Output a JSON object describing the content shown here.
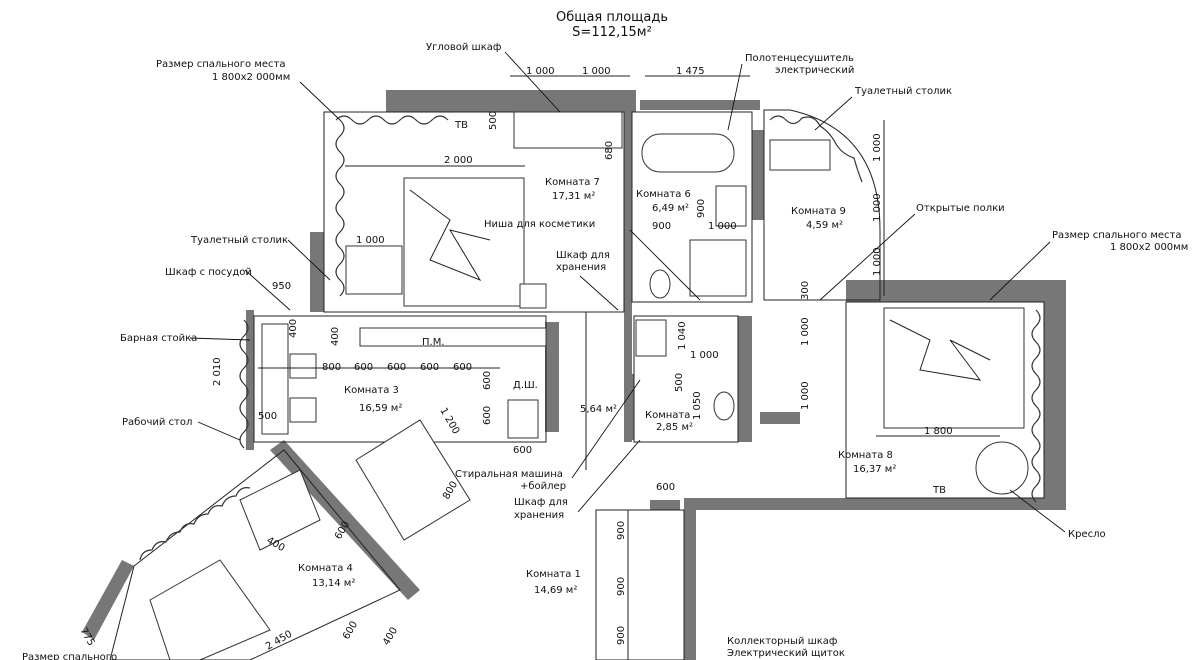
{
  "header": {
    "title": "Общая площадь",
    "area": "S=112,15м²"
  },
  "rooms": [
    {
      "id": "room7",
      "name": "Комната 7",
      "area": "17,31 м²"
    },
    {
      "id": "room6",
      "name": "Комната 6",
      "area": "6,49 м²"
    },
    {
      "id": "room9",
      "name": "Комната 9",
      "area": "4,59 м²"
    },
    {
      "id": "room3",
      "name": "Комната 3",
      "area": "16,59 м²"
    },
    {
      "id": "room8",
      "name": "Комната 8",
      "area": "16,37 м²"
    },
    {
      "id": "room4",
      "name": "Комната 4",
      "area": "13,14 м²"
    },
    {
      "id": "room1",
      "name": "Комната 1",
      "area": "14,69 м²"
    },
    {
      "id": "roomHall",
      "name": "",
      "area": "5,64 м²"
    },
    {
      "id": "room2",
      "name": "Комната",
      "area": "2,85 м²"
    }
  ],
  "callouts": {
    "bed_size_7": "Размер спального места",
    "bed_size_7_value": "1 800х2 000мм",
    "corner_wardrobe": "Угловой шкаф",
    "towel_dryer": "Полотенцесушитель",
    "towel_dryer_2": "электрический",
    "dressing_table_9": "Туалетный столик",
    "open_shelves": "Открытые полки",
    "bed_size_8": "Размер спального места",
    "bed_size_8_value": "1 800х2 000мм",
    "cosmetics_niche": "Ниша для косметики",
    "storage_1": "Шкаф для",
    "storage_1b": "хранения",
    "dressing_table_7": "Туалетный столик",
    "dish_cabinet": "Шкаф с посудой",
    "bar_counter": "Барная стойка",
    "work_desk": "Рабочий стол",
    "washer": "Стиральная машина",
    "washer_2": "+бойлер",
    "storage_2": "Шкаф для",
    "storage_2b": "хранения",
    "armchair": "Кресло",
    "collector": "Коллекторный шкаф",
    "panel": "Электрический щиток",
    "bed_size_4": "Размер спального",
    "dishwasher": "П.М.",
    "dishwasher2": "Д.Ш.",
    "tv": "ТВ",
    "tv2": "ТВ"
  },
  "dimensions": {
    "d_1000_a": "1 000",
    "d_1000_b": "1 000",
    "d_1475": "1 475",
    "d_500_a": "500",
    "d_680": "680",
    "d_2000": "2 000",
    "d_900_a": "900",
    "d_900_b": "900",
    "d_1000_c": "1 000",
    "d_1000_9a": "1 000",
    "d_1000_9b": "1 000",
    "d_1000_9c": "1 000",
    "d_1000_7": "1 000",
    "d_950": "950",
    "d_400_a": "400",
    "d_400_b": "400",
    "d_2010": "2 010",
    "d_800": "800",
    "d_600_1": "600",
    "d_600_2": "600",
    "d_600_3": "600",
    "d_600_4": "600",
    "d_600_5": "600",
    "d_600_6": "600",
    "d_600_7": "600",
    "d_500_b": "500",
    "d_1200": "1 200",
    "d_800b": "800",
    "d_1040": "1 040",
    "d_1000_h": "1 000",
    "d_500_c": "500",
    "d_1050": "1 050",
    "d_300": "300",
    "d_1000_8a": "1 000",
    "d_1000_8b": "1 000",
    "d_1800": "1 800",
    "d_600_t": "600",
    "d_900_v1": "900",
    "d_900_v2": "900",
    "d_900_v3": "900",
    "d_600_r4": "600",
    "d_400_r4": "400",
    "d_775": "775",
    "d_2450": "2 450",
    "d_600_r4b": "600",
    "d_400_r4b": "400"
  },
  "colors": {
    "wall": "#777777",
    "line": "#222222",
    "background": "#ffffff"
  }
}
